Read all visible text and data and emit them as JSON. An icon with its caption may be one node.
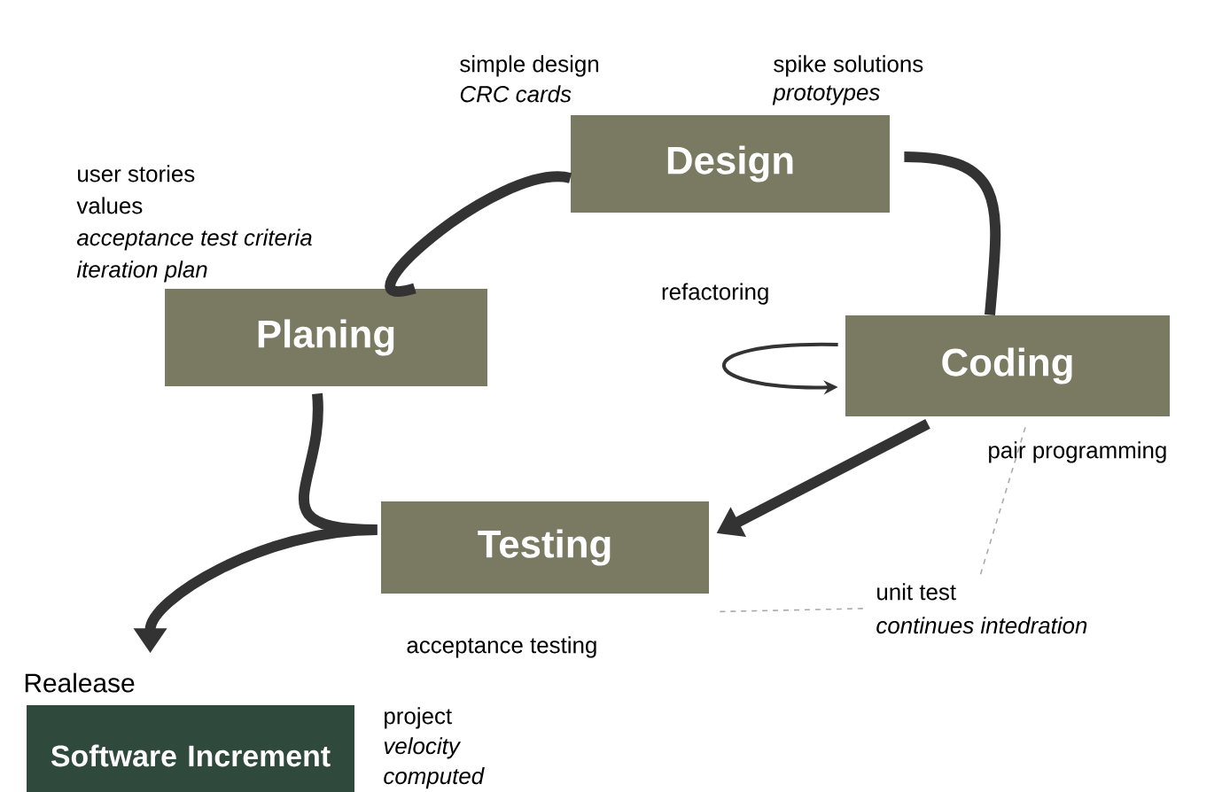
{
  "diagram": {
    "nodes": [
      {
        "text": [
          "Design"
        ],
        "beside": [
          "simple design",
          "CRC cards",
          "spike solutions",
          "prototypes"
        ]
      },
      {
        "text": [
          "Planing"
        ],
        "beside": [
          "user stories",
          "values",
          "acceptance test criteria",
          "iteration plan"
        ]
      },
      {
        "text": [
          "Coding"
        ],
        "beside": [
          "pair programming"
        ]
      },
      {
        "text": [
          "Testing"
        ],
        "beside": [
          "acceptance testing"
        ]
      },
      {
        "text": [
          "Realease",
          "Software Increment"
        ],
        "beside": [
          "project *velocity computed*"
        ]
      },
      {
        "text": [
          "unit test",
          "continues intedration"
        ]
      }
    ],
    "edges": [
      {
        "from": 1,
        "to": 0,
        "arrow": "none"
      },
      {
        "from": 0,
        "to": 2,
        "arrow": "none"
      },
      {
        "from": 2,
        "to": 2,
        "arrow": "to",
        "label": "refactoring"
      },
      {
        "from": 2,
        "to": 3,
        "arrow": "to"
      },
      {
        "from": 3,
        "to": 1,
        "arrow": "none"
      },
      {
        "from": 3,
        "to": 4,
        "arrow": "to"
      },
      {
        "from": 2,
        "to": 5,
        "arrow": "none",
        "style": "dashed",
        "color": "#aaaaaa"
      },
      {
        "from": 3,
        "to": 5,
        "arrow": "none",
        "style": "dashed",
        "color": "#aaaaaa"
      }
    ]
  }
}
